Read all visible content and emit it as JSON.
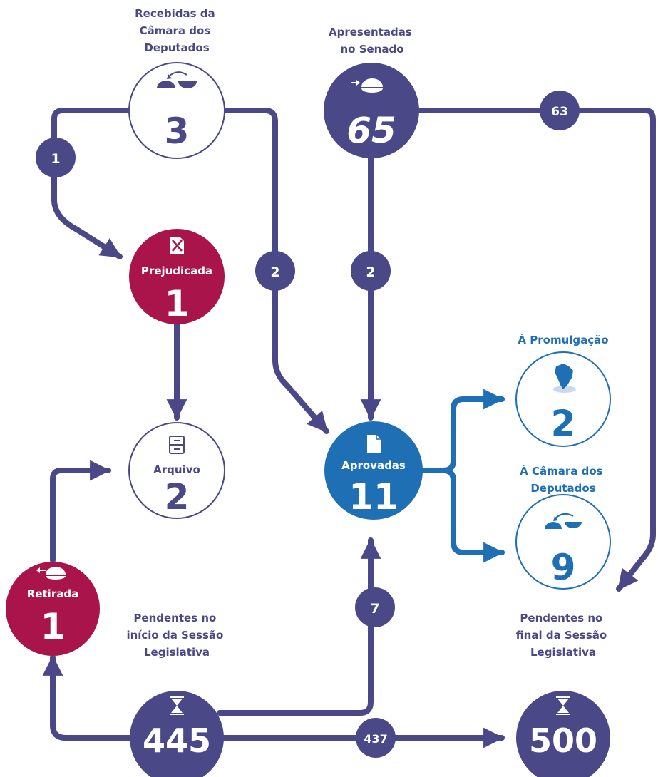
{
  "colors": {
    "purple": "#4a4887",
    "magenta": "#a9154a",
    "blue": "#1f6fb5",
    "white": "#ffffff"
  },
  "captions": {
    "camara_in": [
      "Recebidas da",
      "Câmara dos",
      "Deputados"
    ],
    "senado": [
      "Apresentadas",
      "no Senado"
    ],
    "promulgacao": [
      "À Promulgação"
    ],
    "camara_out": [
      "À Câmara dos",
      "Deputados"
    ],
    "pend_start": [
      "Pendentes no",
      "início da Sessão",
      "Legislativa"
    ],
    "pend_end": [
      "Pendentes no",
      "final da Sessão",
      "Legislativa"
    ]
  },
  "nodes": {
    "camara_in": {
      "value": "3",
      "icon": "chamber-icon"
    },
    "senado": {
      "value": "65",
      "icon": "dome-arrow-icon"
    },
    "prejudicada": {
      "label": "Prejudicada",
      "value": "1",
      "icon": "cancelled-document-icon"
    },
    "arquivo": {
      "label": "Arquivo",
      "value": "2",
      "icon": "file-cabinet-icon"
    },
    "aprovadas": {
      "label": "Aprovadas",
      "value": "11",
      "icon": "document-icon"
    },
    "promulgacao": {
      "value": "2",
      "icon": "brazil-map-icon"
    },
    "camara_out": {
      "value": "9",
      "icon": "chamber-icon"
    },
    "retirada": {
      "label": "Retirada",
      "value": "1",
      "icon": "dome-arrow-icon"
    },
    "pend_start": {
      "value": "445",
      "icon": "hourglass-icon"
    },
    "pend_end": {
      "value": "500",
      "icon": "hourglass-icon"
    }
  },
  "badges": {
    "camara_prej": "1",
    "camara_aprov": "2",
    "senado_aprov": "2",
    "senado_end": "63",
    "pend_aprov": "7",
    "pend_end": "437"
  }
}
